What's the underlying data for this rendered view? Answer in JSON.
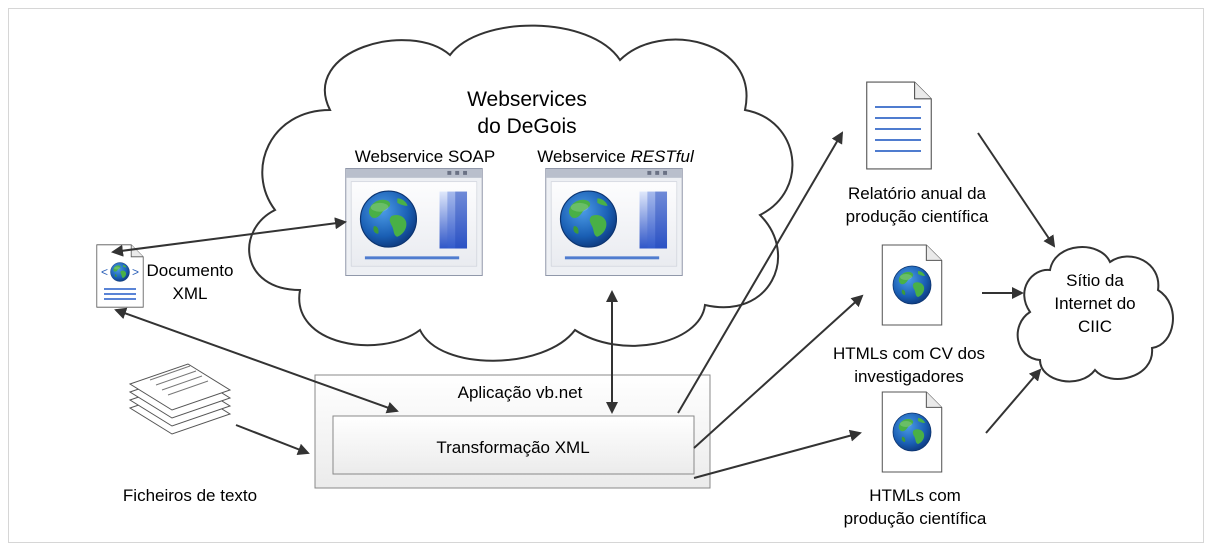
{
  "cloud": {
    "title_line1": "Webservices",
    "title_line2": "do DeGois",
    "soap_label": "Webservice SOAP",
    "rest_label_prefix": "Webservice ",
    "rest_label_italic": "RESTful"
  },
  "xml_doc": {
    "line1": "Documento",
    "line2": "XML"
  },
  "text_files": {
    "label": "Ficheiros de texto"
  },
  "app": {
    "title": "Aplicação vb.net",
    "transform_label": "Transformação XML"
  },
  "outputs": {
    "report": {
      "line1": "Relatório anual da",
      "line2": "produção científica"
    },
    "cv": {
      "line1": "HTMLs com CV dos",
      "line2": "investigadores"
    },
    "production": {
      "line1": "HTMLs com",
      "line2": "produção científica"
    }
  },
  "site": {
    "line1": "Sítio da",
    "line2": "Internet do",
    "line3": "CIIC"
  },
  "colors": {
    "stroke": "#333333",
    "cloud_fill": "#ffffff",
    "window_frame": "#8f96a8",
    "window_fill": "#f1f2f5",
    "accent_blue": "#4f7ccf",
    "earth_ocean": "#1d63b8",
    "earth_land": "#4caf3a"
  }
}
